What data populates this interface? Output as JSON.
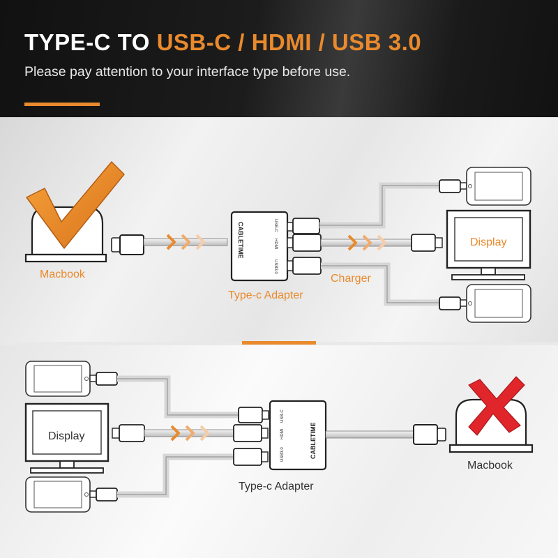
{
  "header": {
    "title_prefix": "TYPE-C TO ",
    "title_highlight": "USB-C / HDMI / USB 3.0",
    "subtitle": "Please pay attention to your interface type before use."
  },
  "top_diagram": {
    "status": "correct",
    "macbook_label": "Macbook",
    "adapter_label": "Type-c Adapter",
    "adapter_brand": "CABLETIME",
    "port_labels": [
      "USB-C",
      "HDMI",
      "USB3.0"
    ],
    "charger_label": "Charger",
    "display_label": "Display"
  },
  "bottom_diagram": {
    "status": "incorrect",
    "macbook_label": "Macbook",
    "adapter_label": "Type-c Adapter",
    "adapter_brand": "CABLETIME",
    "port_labels": [
      "USB-C",
      "HDMI",
      "USB3.0"
    ],
    "display_label": "Display"
  },
  "colors": {
    "accent": "#e98a2c",
    "error": "#e0262a",
    "header_bg": "#151515"
  },
  "icons": [
    "check-icon",
    "cross-icon",
    "macbook-icon",
    "phone-icon",
    "monitor-icon",
    "adapter-icon",
    "arrow-icon"
  ]
}
